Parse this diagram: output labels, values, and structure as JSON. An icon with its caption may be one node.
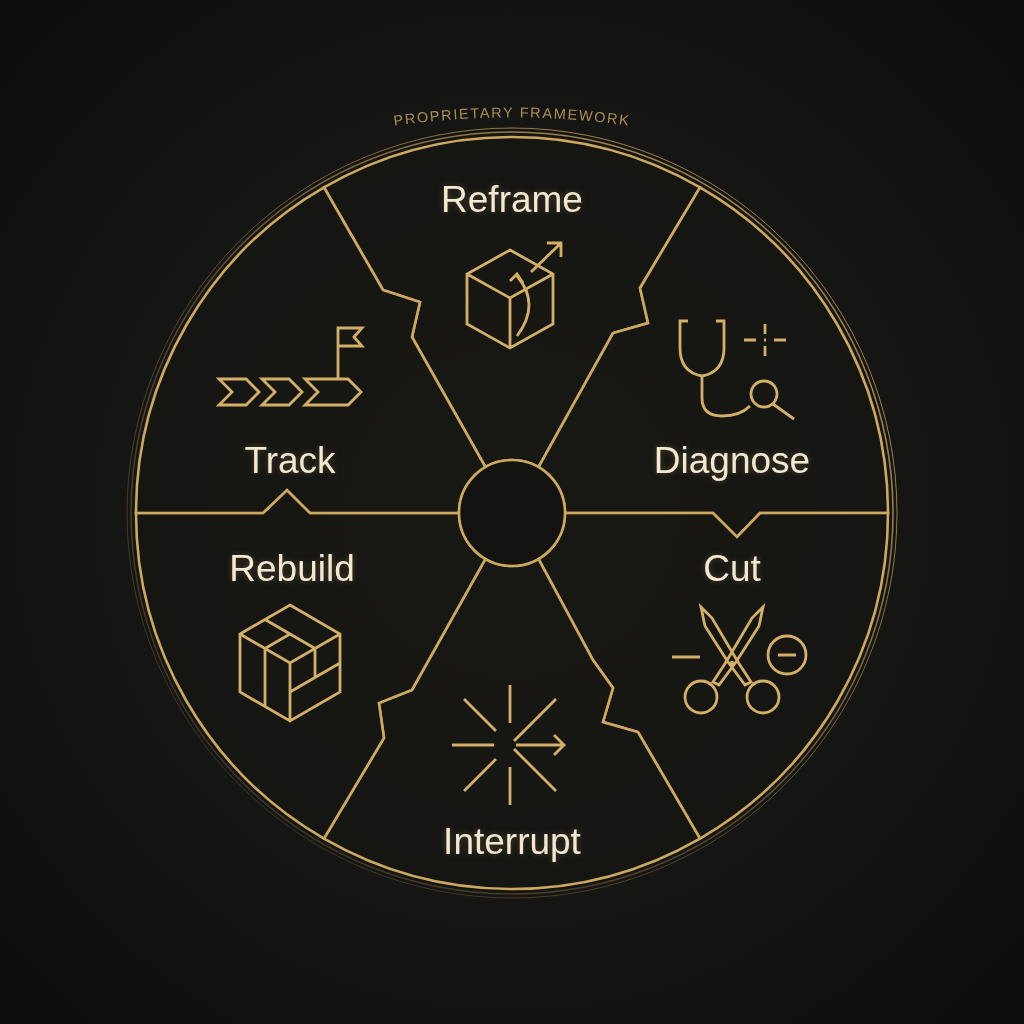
{
  "diagram": {
    "title": "PROPRIETARY FRAMEWORK",
    "nodes": [
      {
        "text": [
          "Reframe"
        ]
      },
      {
        "text": [
          "Diagnose"
        ]
      },
      {
        "text": [
          "Cut"
        ]
      },
      {
        "text": [
          "Interrupt"
        ]
      },
      {
        "text": [
          "Rebuild"
        ]
      },
      {
        "text": [
          "Track"
        ]
      },
      {
        "text": [],
        "shape": "circle"
      }
    ]
  }
}
